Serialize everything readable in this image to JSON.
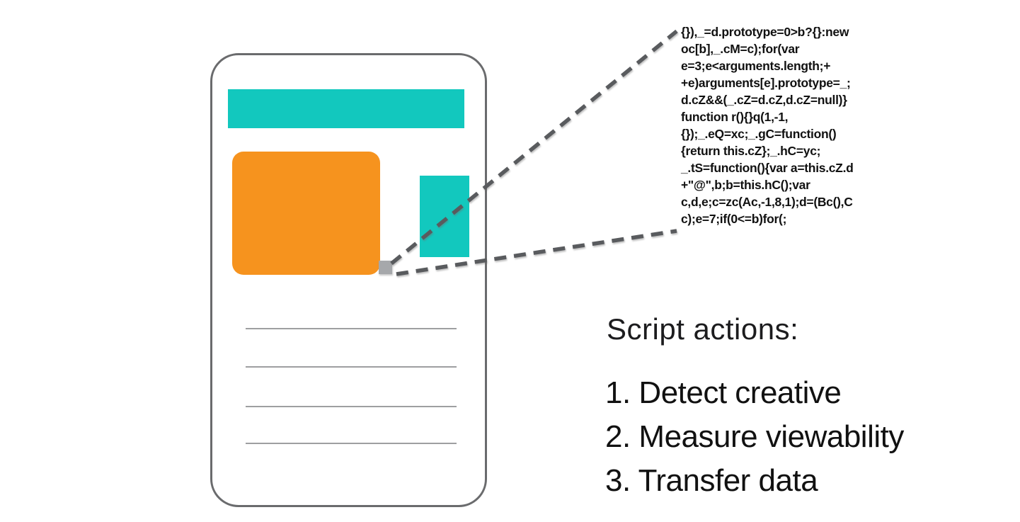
{
  "colors": {
    "teal": "#12C8BE",
    "orange": "#F6931E",
    "frame_border": "#6A6B6D",
    "placeholder_line": "#9E9FA1",
    "script_tag_gray": "#A6A8AB",
    "dash": "#595B5E",
    "text": "#111111"
  },
  "code_callout": {
    "lines": [
      "{}),_=d.prototype=0>b?{}:new",
      "oc[b],_.cM=c);for(var",
      "e=3;e<arguments.length;+",
      "+e)arguments[e].prototype=_;",
      "d.cZ&&(_.cZ=d.cZ,d.cZ=null)}",
      "function r(){}q(1,-1,",
      "{});_.eQ=xc;_.gC=function()",
      "{return this.cZ};_.hC=yc;",
      "_.tS=function(){var a=this.cZ.d",
      "+\"@\",b;b=this.hC();var",
      "c,d,e;c=zc(Ac,-1,8,1);d=(Bc(),C",
      "c);e=7;if(0<=b)for(;"
    ]
  },
  "script_actions": {
    "title": "Script actions:",
    "items": [
      "1. Detect creative",
      "2. Measure viewability",
      "3. Transfer data"
    ]
  }
}
